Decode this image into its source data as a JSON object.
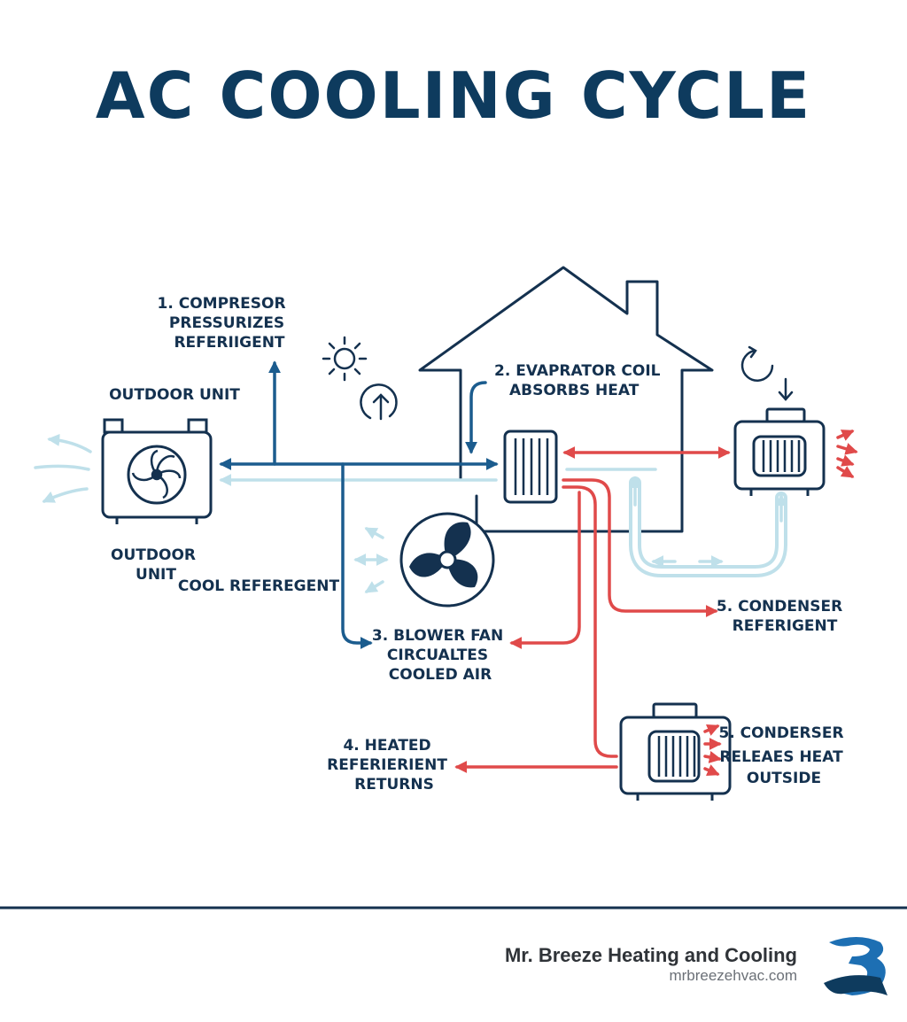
{
  "title": "AC COOLING CYCLE",
  "labels": {
    "step1": [
      "1. COMPRESOR",
      "PRESSURIZES",
      "REFERIIGENT"
    ],
    "outdoor_top": "OUTDOOR UNIT",
    "outdoor_bottom": [
      "OUTDOOR",
      "UNIT"
    ],
    "cool_refrigerant": "COOL REFEREGENT",
    "step2": [
      "2. EVAPRATOR COIL",
      "ABSORBS HEAT"
    ],
    "step3": [
      "3. BLOWER FAN",
      "CIRCUALTES",
      "COOLED AIR"
    ],
    "step4": [
      "4. HEATED",
      "REFERIERIENT",
      "RETURNS"
    ],
    "step5a": [
      "5. CONDENSER",
      "REFERIGENT"
    ],
    "step5b": [
      "5. CONDERSER",
      "RELEAES HEAT",
      "OUTSIDE"
    ]
  },
  "footer": {
    "brand": "Mr. Breeze Heating and Cooling",
    "url": "mrbreezehvac.com"
  },
  "colors": {
    "navy": "#14314f",
    "blue": "#1b5c8e",
    "light_blue": "#bfe0ea",
    "red": "#e04a4a"
  },
  "icons": [
    "sun-icon",
    "up-arrow-circle-icon",
    "cycle-arrow-icon",
    "fan-icon",
    "blower-fan-icon",
    "coil-icon"
  ]
}
